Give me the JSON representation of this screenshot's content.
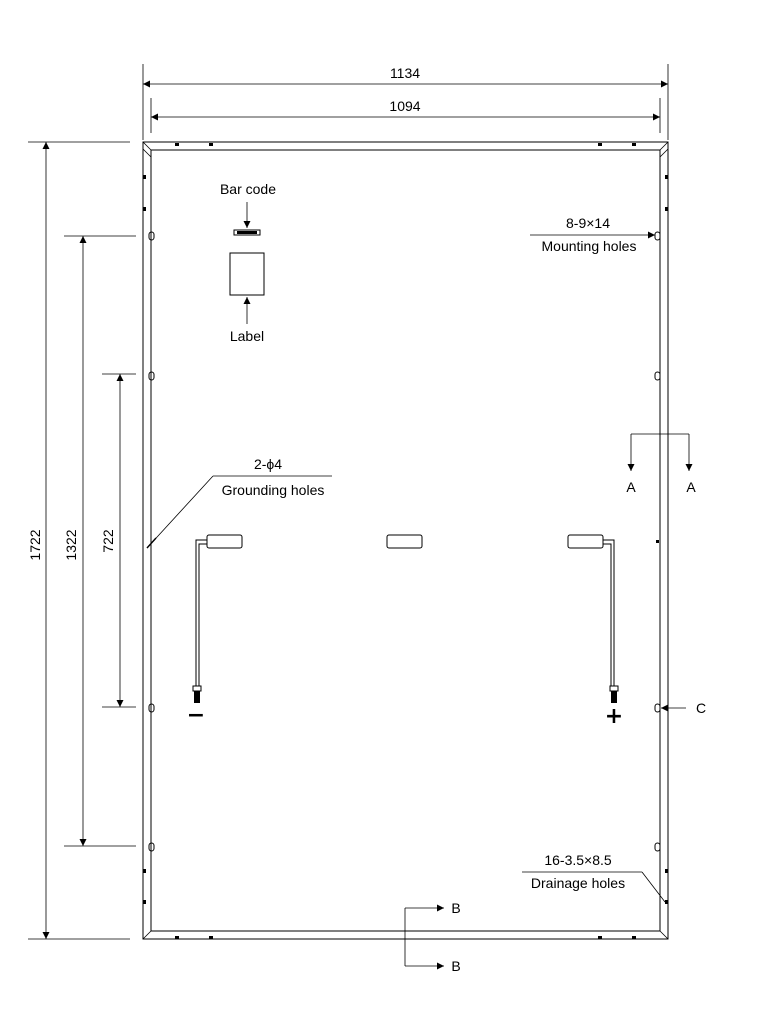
{
  "dimensions": {
    "overall_width": "1134",
    "inner_width": "1094",
    "overall_height": "1722",
    "mounting_pitch": "1322",
    "inner_pitch": "722"
  },
  "callouts": {
    "bar_code": "Bar code",
    "label": "Label",
    "mounting_spec": "8-9×14",
    "mounting_name": "Mounting holes",
    "grounding_spec": "2-ϕ4",
    "grounding_name": "Grounding holes",
    "drainage_spec": "16-3.5×8.5",
    "drainage_name": "Drainage holes"
  },
  "sections": {
    "a": "A",
    "b": "B",
    "c": "C"
  },
  "polarity": {
    "negative": "−",
    "positive": "+"
  }
}
